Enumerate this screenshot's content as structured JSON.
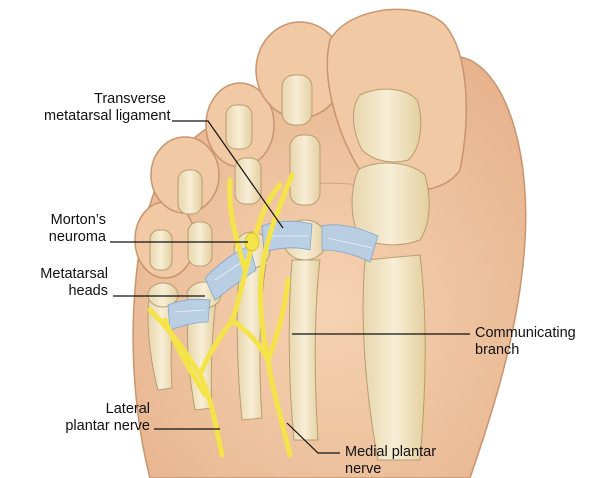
{
  "labels": {
    "transverse": {
      "line1": "Transverse",
      "line2": "metatarsal ligament"
    },
    "morton": {
      "line1": "Morton’s",
      "line2": "neuroma"
    },
    "metatarsal_heads": {
      "line1": "Metatarsal",
      "line2": "heads"
    },
    "lateral": {
      "line1": "Lateral",
      "line2": "plantar nerve"
    },
    "communicating": {
      "line1": "Communicating",
      "line2": "branch"
    },
    "medial": {
      "line1": "Medial plantar",
      "line2": "nerve"
    }
  },
  "colors": {
    "skin": "#f0c8a4",
    "skin_shadow": "#d9a57f",
    "bone": "#f2e6c6",
    "bone_edge": "#c9b38a",
    "ligament": "#a9c4e0",
    "nerve": "#f5e34a",
    "leader": "#111111"
  }
}
